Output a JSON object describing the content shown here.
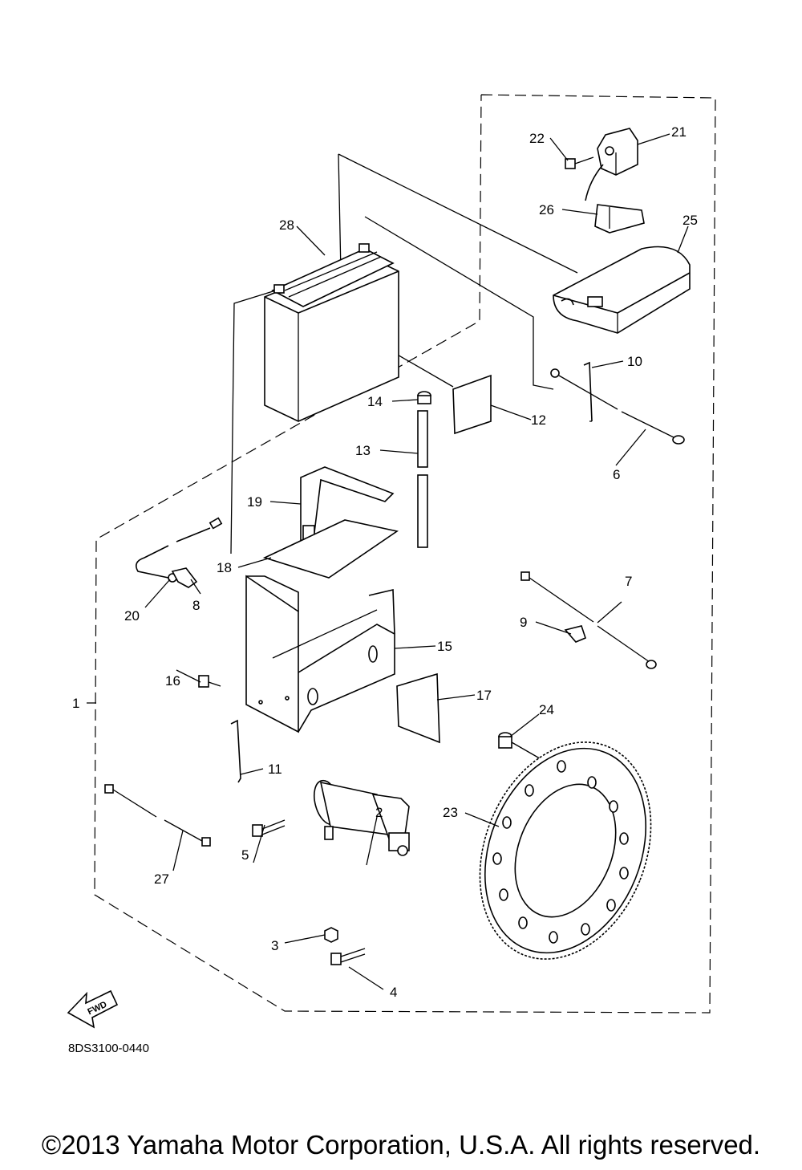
{
  "diagram": {
    "part_labels": {
      "p1": "1",
      "p2": "2",
      "p3": "3",
      "p4": "4",
      "p5": "5",
      "p6": "6",
      "p7": "7",
      "p8": "8",
      "p9": "9",
      "p10": "10",
      "p11": "11",
      "p12": "12",
      "p13": "13",
      "p14": "14",
      "p15": "15",
      "p16": "16",
      "p17": "17",
      "p19": "19",
      "p18": "18",
      "p20": "20",
      "p21": "21",
      "p22": "22",
      "p23": "23",
      "p24": "24",
      "p25": "25",
      "p26": "26",
      "p27": "27",
      "p28": "28"
    },
    "fwd_label": "FWD",
    "diagram_code": "8DS3100-0440"
  },
  "footer": {
    "copyright": "©2013 Yamaha Motor Corporation, U.S.A. All rights reserved."
  }
}
